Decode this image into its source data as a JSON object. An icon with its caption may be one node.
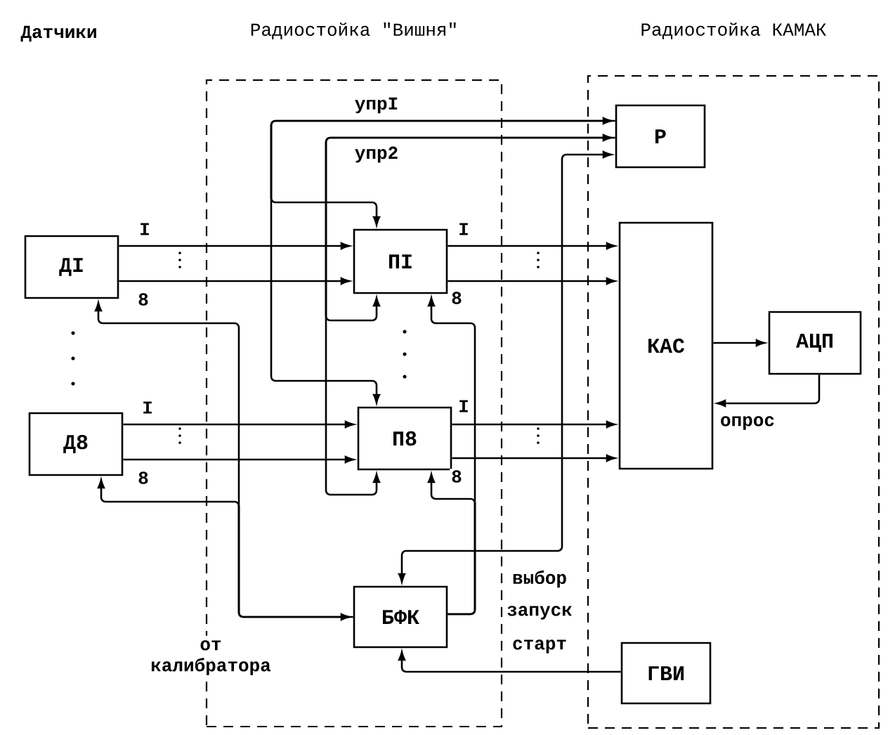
{
  "diagram": {
    "nodes": [
      {
        "text": [
          "Радиостойка \"Вишня\""
        ]
      },
      {
        "text": [
          "Радиостойка КАМАК"
        ]
      },
      {
        "text": [
          "ДI"
        ]
      },
      {
        "text": [
          "Д8"
        ]
      },
      {
        "text": [
          "ПI"
        ],
        "in": 0
      },
      {
        "text": [
          "П8"
        ],
        "in": 0
      },
      {
        "text": [
          "БФК"
        ],
        "in": 0
      },
      {
        "text": [
          "Р"
        ],
        "in": 1
      },
      {
        "text": [
          "КАС"
        ],
        "in": 1
      },
      {
        "text": [
          "АЦП"
        ],
        "in": 1
      },
      {
        "text": [
          "ГВИ"
        ],
        "in": 1
      }
    ],
    "edges": [
      {
        "from": 2,
        "to": 4,
        "arrow": "to",
        "label": "I"
      },
      {
        "from": 2,
        "to": 4,
        "arrow": "to",
        "label": "8"
      },
      {
        "from": 3,
        "to": 5,
        "arrow": "to",
        "label": "I"
      },
      {
        "from": 3,
        "to": 5,
        "arrow": "to",
        "label": "8"
      },
      {
        "from": 4,
        "to": 8,
        "arrow": "to",
        "label": "I"
      },
      {
        "from": 4,
        "to": 8,
        "arrow": "to",
        "label": "8"
      },
      {
        "from": 5,
        "to": 8,
        "arrow": "to",
        "label": "I"
      },
      {
        "from": 5,
        "to": 8,
        "arrow": "to",
        "label": "8"
      },
      {
        "from": 8,
        "to": 9,
        "arrow": "to"
      },
      {
        "from": 9,
        "to": 8,
        "arrow": "to",
        "label": "опрос"
      },
      {
        "from": 7,
        "to": 4,
        "arrow": "both",
        "label": "упрI"
      },
      {
        "from": 7,
        "to": 5,
        "arrow": "to"
      },
      {
        "from": 7,
        "to": 4,
        "arrow": "both",
        "label": "упр2"
      },
      {
        "from": 7,
        "to": 5,
        "arrow": "to"
      },
      {
        "from": 6,
        "to": 4,
        "arrow": "to"
      },
      {
        "from": 6,
        "to": 5,
        "arrow": "to"
      },
      {
        "from": 7,
        "to": 6,
        "arrow": "both"
      },
      {
        "from": 6,
        "to": 2,
        "arrow": "both"
      },
      {
        "from": 6,
        "to": 3,
        "arrow": "to"
      },
      {
        "from": 10,
        "to": 6,
        "arrow": "to"
      }
    ],
    "labels": [
      "Датчики",
      "от калибратора",
      "выбор",
      "запуск",
      "старт"
    ]
  }
}
